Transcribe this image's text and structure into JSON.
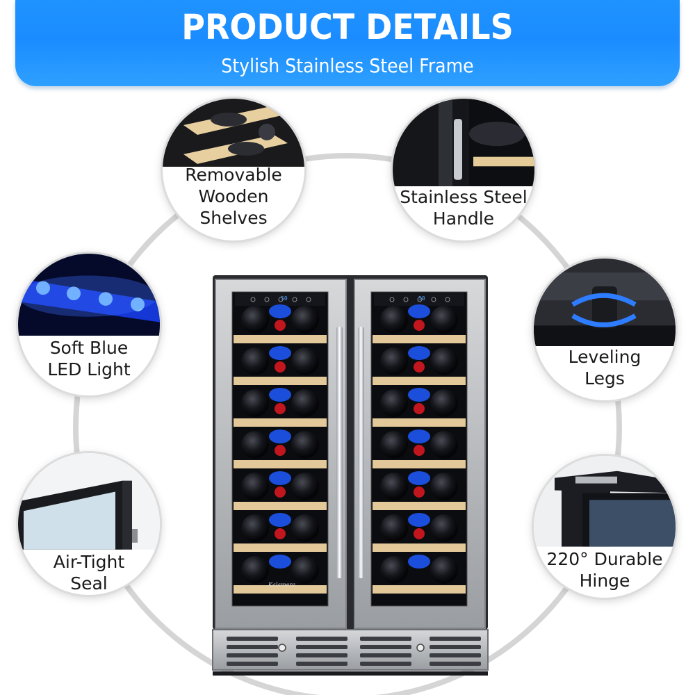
{
  "header": {
    "title": "PRODUCT DETAILS",
    "subtitle": "Stylish Stainless Steel Frame"
  },
  "features": [
    {
      "lines": [
        "Removable",
        "Wooden",
        "Shelves"
      ],
      "icon": "wooden-shelf-photo"
    },
    {
      "lines": [
        "Stainless Steel",
        "Handle"
      ],
      "icon": "steel-handle-photo"
    },
    {
      "lines": [
        "Soft Blue",
        "LED Light"
      ],
      "icon": "blue-led-photo"
    },
    {
      "lines": [
        "Leveling",
        "Legs"
      ],
      "icon": "leveling-leg-photo"
    },
    {
      "lines": [
        "Air-Tight",
        "Seal"
      ],
      "icon": "door-seal-photo"
    },
    {
      "lines": [
        "220° Durable",
        "Hinge"
      ],
      "icon": "hinge-photo"
    }
  ],
  "product": {
    "brand": "Kalamera",
    "display_value": "50",
    "colors": {
      "steel": "#b9bcc0",
      "shelf_wood": "#e3c99a",
      "led_blue": "#1f5bff",
      "bottle": "#0f1014"
    }
  }
}
